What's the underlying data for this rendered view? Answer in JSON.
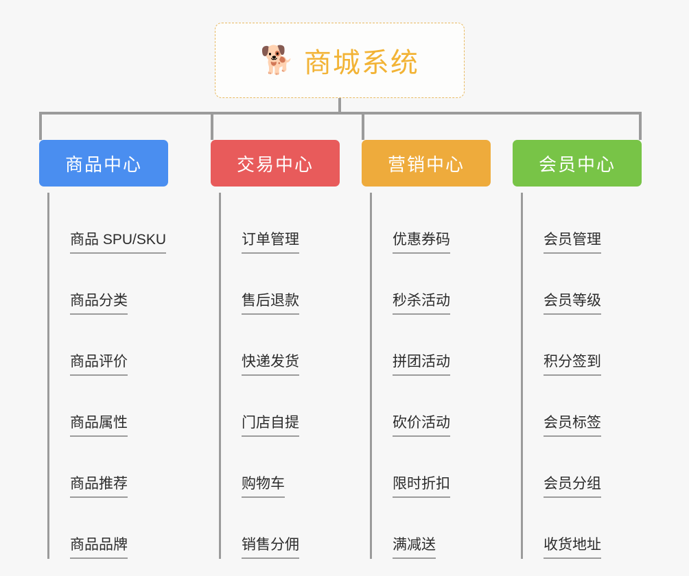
{
  "page": {
    "background_color": "#f7f7f7",
    "connector_color": "#9b9b9b"
  },
  "root": {
    "icon": "shiba-dog-emoji",
    "icon_glyph": "🐕",
    "title": "商城系统",
    "title_color": "#f2b335",
    "border_color": "#e8b960"
  },
  "categories": [
    {
      "label": "商品中心",
      "color": "#4a8ef0",
      "items": [
        "商品 SPU/SKU",
        "商品分类",
        "商品评价",
        "商品属性",
        "商品推荐",
        "商品品牌"
      ]
    },
    {
      "label": "交易中心",
      "color": "#e85b5b",
      "items": [
        "订单管理",
        "售后退款",
        "快递发货",
        "门店自提",
        "购物车",
        "销售分佣"
      ]
    },
    {
      "label": "营销中心",
      "color": "#eeab3c",
      "items": [
        "优惠券码",
        "秒杀活动",
        "拼团活动",
        "砍价活动",
        "限时折扣",
        "满减送"
      ]
    },
    {
      "label": "会员中心",
      "color": "#78c447",
      "items": [
        "会员管理",
        "会员等级",
        "积分签到",
        "会员标签",
        "会员分组",
        "收货地址"
      ]
    }
  ]
}
